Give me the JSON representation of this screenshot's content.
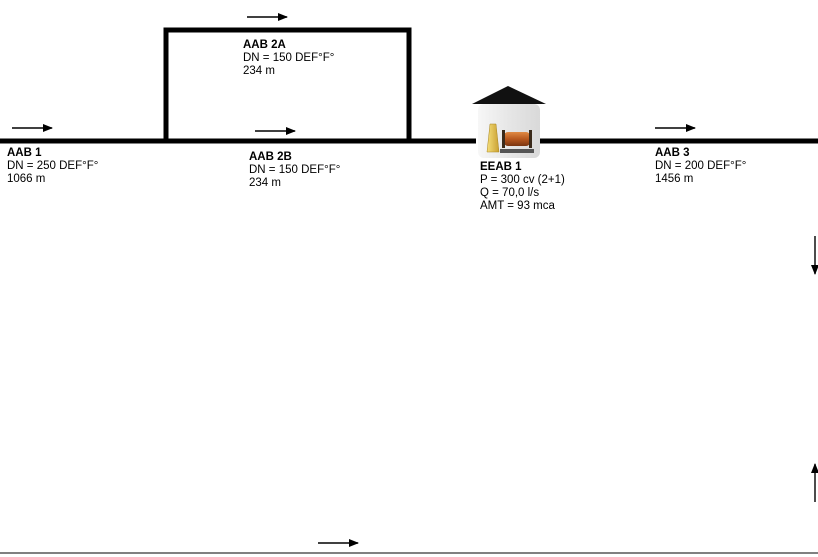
{
  "pipes": {
    "aab1": {
      "name": "AAB 1",
      "dn": "DN = 250 DEF°F°",
      "length": "1066 m"
    },
    "aab2a": {
      "name": "AAB 2A",
      "dn": "DN = 150 DEF°F°",
      "length": "234 m"
    },
    "aab2b": {
      "name": "AAB 2B",
      "dn": "DN = 150 DEF°F°",
      "length": "234 m"
    },
    "aab3": {
      "name": "AAB 3",
      "dn": "DN = 200 DEF°F°",
      "length": "1456 m"
    }
  },
  "pump_station": {
    "name": "EEAB 1",
    "power": "P = 300 cv (2+1)",
    "flow": "Q = 70,0 l/s",
    "head": "AMT = 93 mca",
    "icon": "pump-station-icon"
  },
  "flow_arrows": [
    "flow-arrow-right",
    "flow-arrow-right",
    "flow-arrow-right",
    "flow-arrow-right",
    "flow-arrow-down",
    "flow-arrow-up",
    "flow-arrow-right"
  ],
  "colors": {
    "pipe": "#000000",
    "station_roof": "#000000",
    "station_body": "#eeeeee",
    "pump_motor": "#c76a2a",
    "pump_body": "#e8c04a"
  }
}
